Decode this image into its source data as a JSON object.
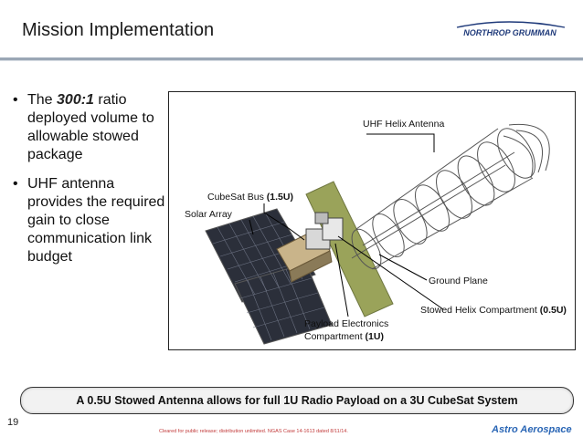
{
  "header": {
    "title": "Mission  Implementation",
    "logo_text": "NORTHROP GRUMMAN"
  },
  "bullets": [
    {
      "prefix": "The ",
      "highlight": "300:1",
      "suffix": " ratio deployed volume to allowable stowed package"
    },
    {
      "prefix": "UHF antenna provides the required gain to close communication link budget",
      "highlight": "",
      "suffix": ""
    }
  ],
  "figure": {
    "labels": {
      "uhf": "UHF Helix Antenna",
      "bus_text": "CubeSat Bus",
      "bus_size": "(1.5U)",
      "solar": "Solar Array",
      "ground": "Ground Plane",
      "stowed_text": "Stowed Helix Compartment",
      "stowed_size": "(0.5U)",
      "payload_line1": "Payload Electronics",
      "payload_line2": "Compartment",
      "payload_size": "(1U)"
    }
  },
  "banner": {
    "text": "A 0.5U Stowed Antenna allows for full 1U Radio Payload on a 3U CubeSat System"
  },
  "footer": {
    "slide_number": "19",
    "clearance": "Cleared for public release; distribution unlimited.  NGAS Case 14-1613 dated 8/11/14.",
    "brand": "Astro Aerospace"
  },
  "colors": {
    "accent": "#1f3a7a",
    "ground_plane": "#9aa35a",
    "banner_border": "#333333"
  }
}
